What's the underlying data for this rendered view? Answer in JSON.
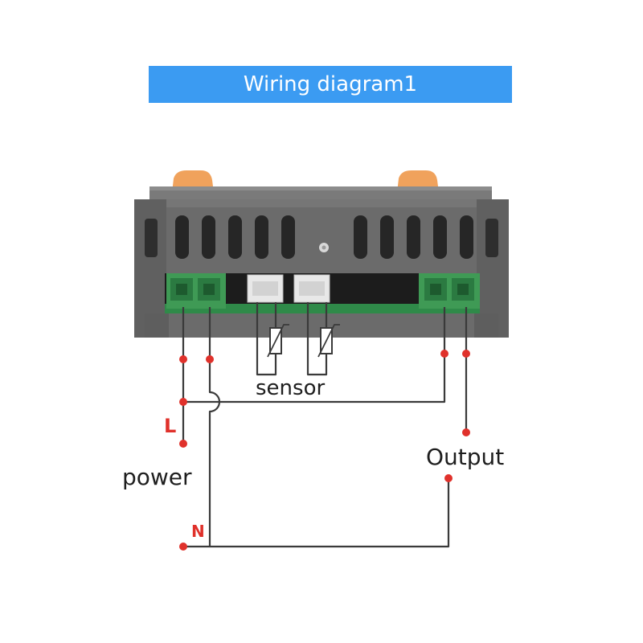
{
  "title": "Wiring diagram1",
  "labels": {
    "sensor": "sensor",
    "output": "Output",
    "power": "power",
    "line": "L",
    "neutral": "N"
  },
  "colors": {
    "banner": "#3b9bf2",
    "wire": "#3a3a3a",
    "node": "#e0312b",
    "housing": "#6b6b6b",
    "terminal_green": "#3f9a55",
    "latch_orange": "#f0a25c"
  }
}
